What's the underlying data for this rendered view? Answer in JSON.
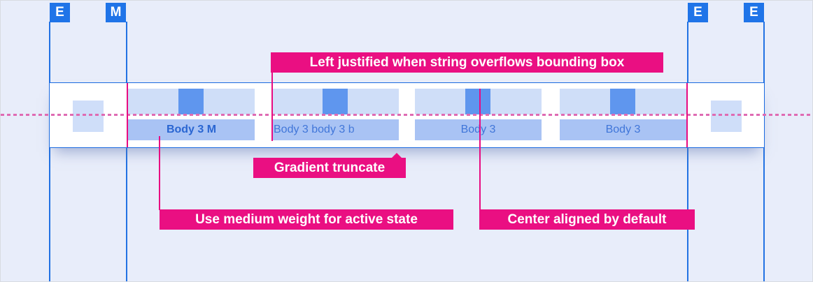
{
  "markers": {
    "left_edge": "E",
    "left_margin": "M",
    "right_margin": "E",
    "right_edge": "E"
  },
  "tab_bar": {
    "tabs": [
      {
        "label": "Body 3 M",
        "state": "active",
        "weight": "medium",
        "alignment": "center"
      },
      {
        "label": "Body 3 body 3 b",
        "state": "overflow",
        "weight": "regular",
        "alignment": "left",
        "truncation": "gradient"
      },
      {
        "label": "Body 3",
        "state": "default",
        "weight": "regular",
        "alignment": "center"
      },
      {
        "label": "Body 3",
        "state": "default",
        "weight": "regular",
        "alignment": "center"
      }
    ]
  },
  "annotations": {
    "overflow": "Left justified when string overflows bounding box",
    "truncate": "Gradient truncate",
    "active_state": "Use medium weight for active state",
    "center_aligned": "Center aligned by default"
  },
  "colors": {
    "background": "#e8edfa",
    "guide_blue": "#2272e3",
    "marker_blue": "#1f74e8",
    "bar_border_blue": "#1a6ae0",
    "icon_row_blue": "#cfdef8",
    "label_row_blue": "#a9c3f4",
    "icon_square_blue": "#5f96ee",
    "active_text_blue": "#2a66d2",
    "inactive_text_blue": "#4076d9",
    "annotation_magenta": "#ea0f82",
    "dashed_pink": "#df6bb3"
  }
}
